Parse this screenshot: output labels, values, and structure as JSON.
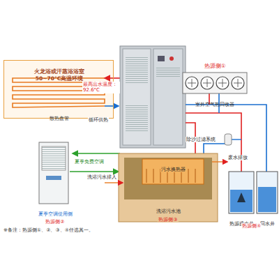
{
  "diagram": {
    "nodes": [
      {
        "text": [
          "火龙浴或汗蒸浴浴室",
          "50~70°C高温环境",
          "散热盘管"
        ]
      },
      {
        "text": [
          "热源侧①",
          "室外空气热回收器"
        ]
      },
      {
        "text": [
          "夏季空调使用侧",
          "热源侧②"
        ]
      },
      {
        "text": [
          "洗浴污水池",
          "热源侧③"
        ]
      },
      {
        "text": [
          "污水换热器"
        ],
        "in": 3
      },
      {
        "text": [
          "热源提水井"
        ]
      },
      {
        "text": [
          "回水井"
        ]
      }
    ],
    "labels": [
      "最高出水温度：92.6°C",
      "循环供热",
      "夏季免费空调",
      "除沙过滤系统",
      "洗浴污水排入",
      "废水排放",
      "热源侧④",
      "※备注：热源侧①、②、③、④任选其一。"
    ]
  }
}
